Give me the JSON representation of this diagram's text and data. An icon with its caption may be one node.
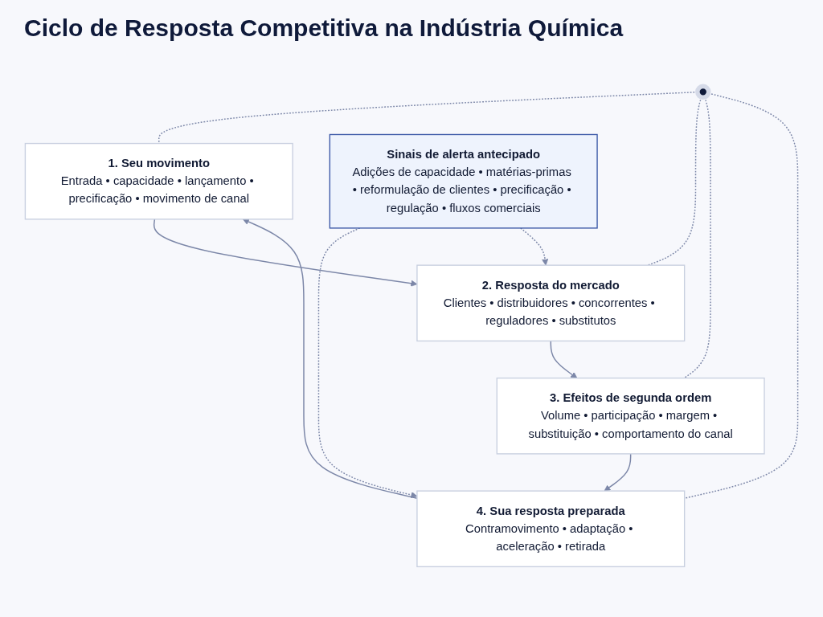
{
  "diagram": {
    "title": "Ciclo de Resposta Competitiva na Indústria Química",
    "nodes": [
      {
        "text": [
          "1. Seu movimento",
          "Entrada • capacidade • lançamento • precificação • movimento de canal"
        ]
      },
      {
        "text": [
          "2. Resposta do mercado",
          "Clientes • distribuidores • concorrentes • reguladores • substitutos"
        ]
      },
      {
        "text": [
          "3. Efeitos de segunda ordem",
          "Volume • participação • margem • substituição • comportamento do canal"
        ]
      },
      {
        "text": [
          "4. Sua resposta preparada",
          "Contramovimento • adaptação • aceleração • retirada"
        ]
      },
      {
        "text": [],
        "shape": "circle"
      },
      {
        "text": [
          "Sinais de alerta antecipado",
          "Adições de capacidade • matérias-primas • reformulação de clientes • precificação • regulação • fluxos comerciais"
        ]
      }
    ],
    "edges": [
      {
        "from": 0,
        "to": 1,
        "arrow": "to"
      },
      {
        "from": 1,
        "to": 2,
        "arrow": "to"
      },
      {
        "from": 2,
        "to": 3,
        "arrow": "to"
      },
      {
        "from": 3,
        "to": 0,
        "arrow": "to"
      },
      {
        "from": 4,
        "to": 0,
        "arrow": "none",
        "style": "dashed"
      },
      {
        "from": 4,
        "to": 1,
        "arrow": "none",
        "style": "dashed"
      },
      {
        "from": 4,
        "to": 2,
        "arrow": "none",
        "style": "dashed"
      },
      {
        "from": 4,
        "to": 3,
        "arrow": "none",
        "style": "dashed"
      },
      {
        "from": 5,
        "to": 3,
        "arrow": "to",
        "style": "dashed"
      },
      {
        "from": 5,
        "to": 1,
        "arrow": "to",
        "style": "dashed"
      }
    ]
  }
}
